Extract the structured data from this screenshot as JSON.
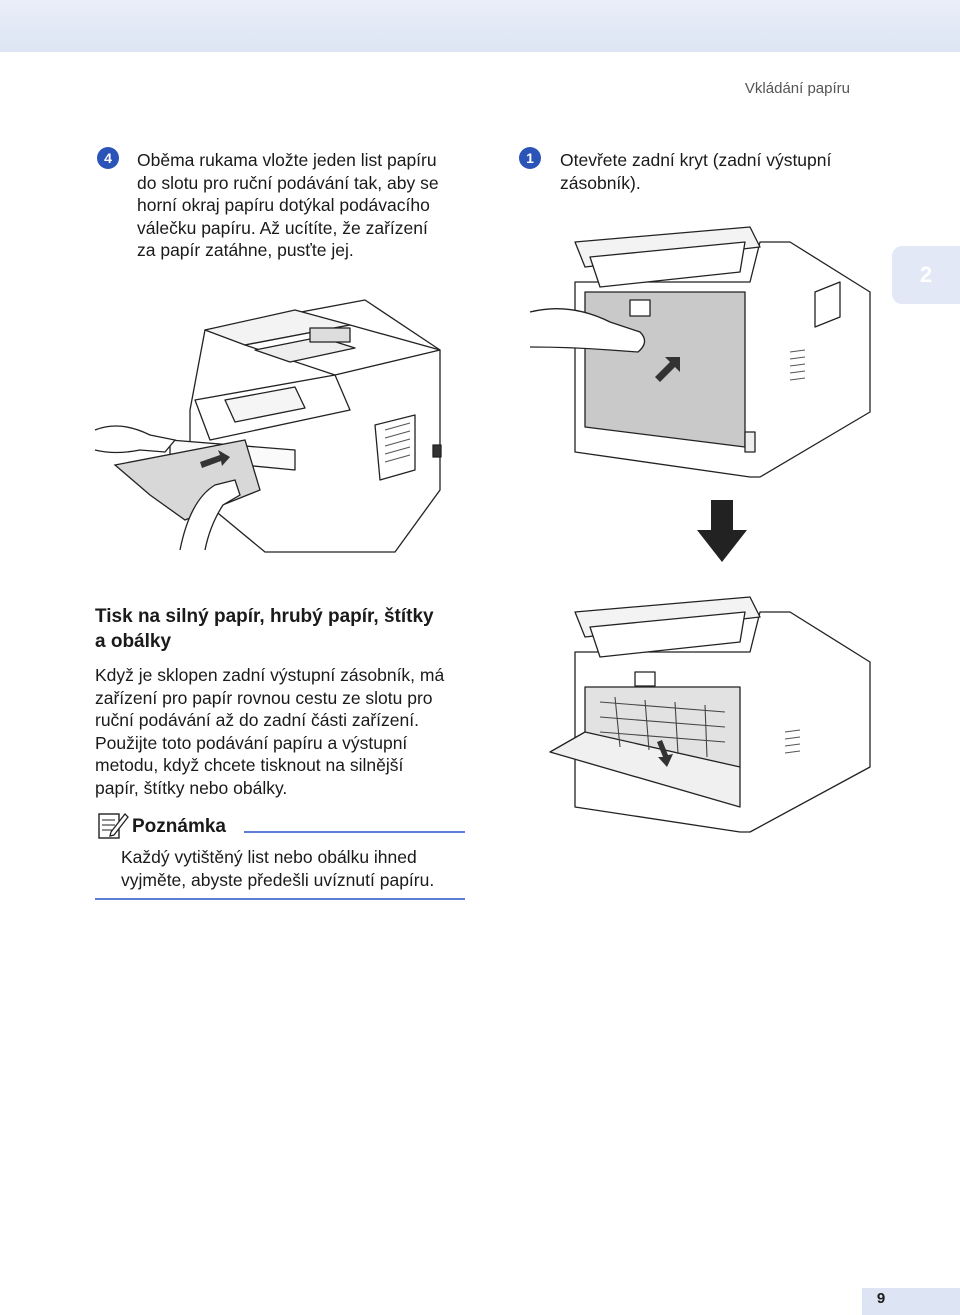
{
  "header": {
    "running_title": "Vkládání papíru"
  },
  "chapter_tab": "2",
  "left_step": {
    "badge": "4",
    "lines": [
      "Oběma rukama vložte jeden list papíru",
      "do slotu pro ruční podávání tak, aby se",
      "horní okraj papíru dotýkal podávacího",
      "válečku papíru. Až ucítíte, že zařízení",
      "za papír zatáhne, pusťte jej."
    ]
  },
  "right_step": {
    "badge": "1",
    "lines": [
      "Otevřete zadní kryt (zadní výstupní",
      "zásobník)."
    ]
  },
  "section": {
    "heading_lines": [
      "Tisk na silný papír, hrubý papír, štítky",
      "a obálky"
    ],
    "body_lines": [
      "Když je sklopen zadní výstupní zásobník, má",
      "zařízení pro papír rovnou cestu ze slotu pro",
      "ruční podávání až do zadní části zařízení.",
      "Použijte toto podávání papíru a výstupní",
      "metodu, když chcete tisknout na silnější",
      "papír, štítky nebo obálky."
    ]
  },
  "note": {
    "title": "Poznámka",
    "icon": "note-pencil-icon",
    "lines": [
      "Každý vytištěný list nebo obálku ihned",
      "vyjměte, abyste předešli uvíznutí papíru."
    ]
  },
  "footer": {
    "page_number": "9"
  },
  "colors": {
    "accent_blue": "#2b54b8",
    "rule_blue": "#5b7ed6",
    "band": "#dde5f4"
  }
}
